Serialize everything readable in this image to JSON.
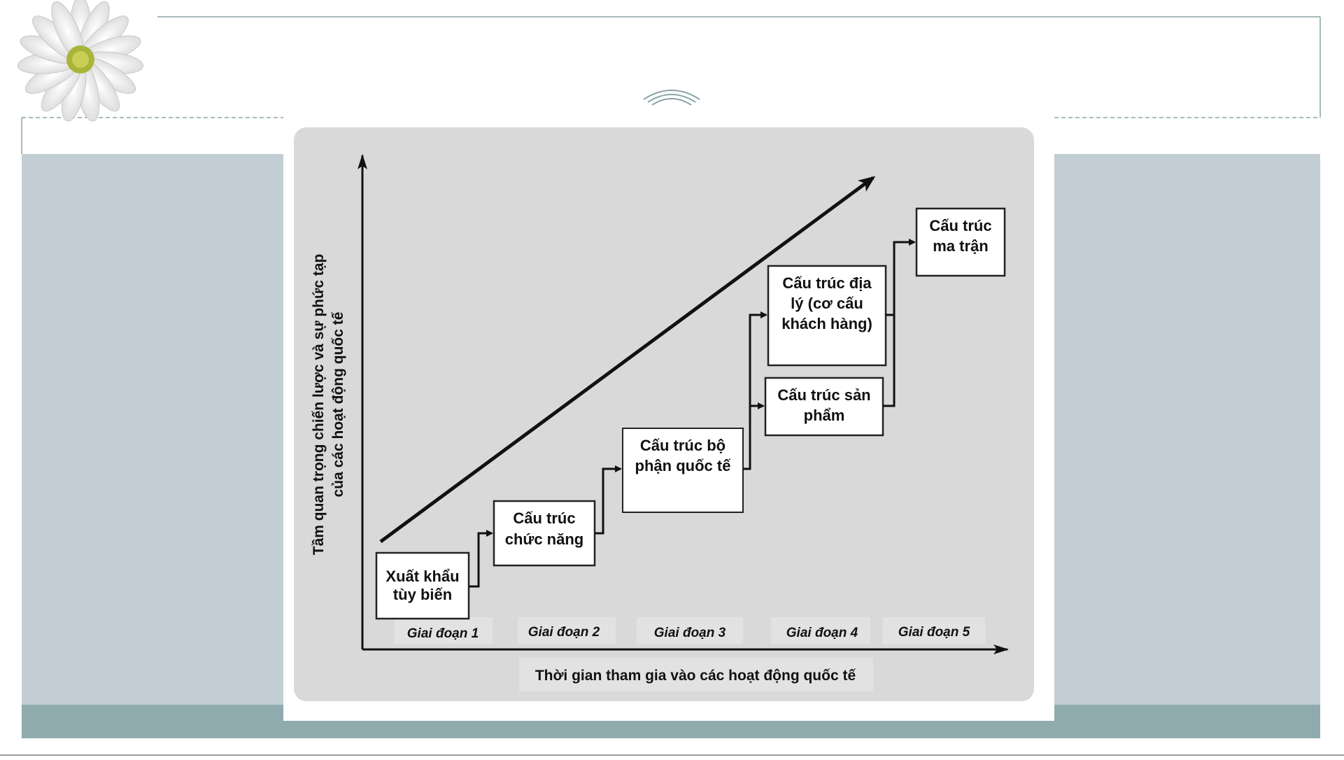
{
  "slide": {
    "accent_background": "#c3ced4",
    "accent_band": "#8fabad",
    "frame_line": "#8aa3a6"
  },
  "decoration": {
    "flower_icon": "daisy-icon",
    "ornament_icon": "arc-ornament-icon"
  },
  "diagram": {
    "panel_color": "#d9d9d9",
    "y_axis_label_line1": "Tầm quan trọng chiến lược và sự phức tạp",
    "y_axis_label_line2": "của các hoạt động quốc tế",
    "x_axis_label": "Thời gian tham gia vào các hoạt động quốc tế",
    "boxes": [
      {
        "lines": [
          "Xuất khẩu",
          "tùy biến"
        ]
      },
      {
        "lines": [
          "Cấu trúc",
          "chức năng"
        ]
      },
      {
        "lines": [
          "Cấu trúc bộ",
          "phận quốc tế"
        ]
      },
      {
        "lines": [
          "Cấu trúc địa",
          "lý (cơ cấu",
          "khách hàng)"
        ]
      },
      {
        "lines": [
          "Cấu trúc sản",
          "phẩm"
        ]
      },
      {
        "lines": [
          "Cấu trúc",
          "ma trận"
        ]
      }
    ],
    "stages": [
      "Giai đoạn 1",
      "Giai đoạn 2",
      "Giai đoạn 3",
      "Giai đoạn 4",
      "Giai đoạn 5"
    ]
  }
}
